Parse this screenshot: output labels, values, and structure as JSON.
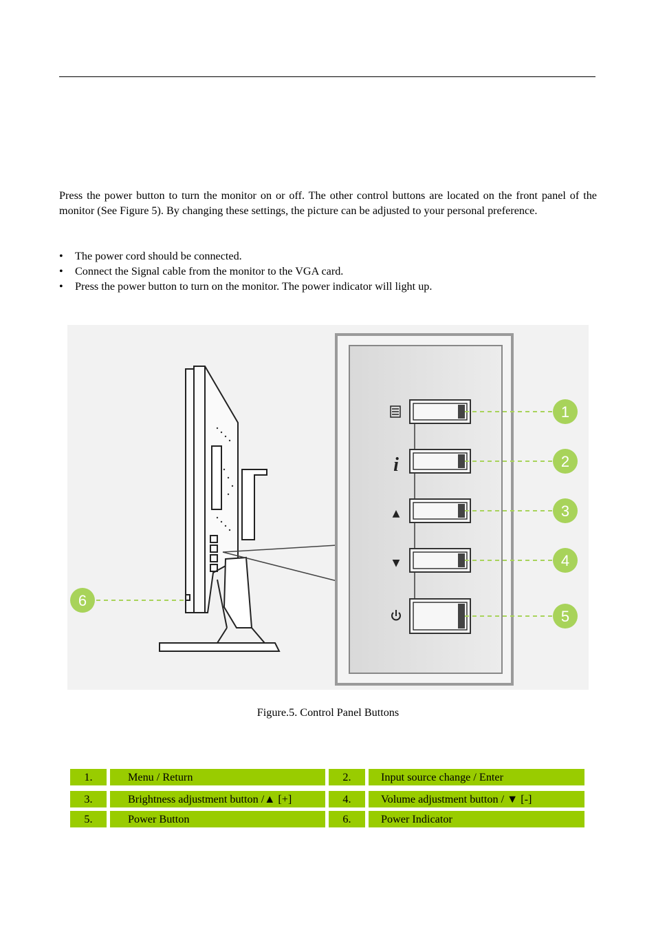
{
  "intro": {
    "paragraph": "Press the power button to turn the monitor on or off. The other control buttons are located on the front panel of the monitor (See Figure 5). By changing these settings, the picture can be adjusted to your personal preference."
  },
  "checklist": [
    {
      "bullet": "•",
      "text": "The power cord should be connected."
    },
    {
      "bullet": "•",
      "text": "Connect the Signal cable from the monitor to the VGA card."
    },
    {
      "bullet": "•",
      "text": "Press the power button to turn on the monitor. The power indicator will light up."
    }
  ],
  "figure": {
    "callouts": [
      "1",
      "2",
      "3",
      "4",
      "5",
      "6"
    ],
    "button_symbols": [
      "menu-icon",
      "i",
      "▲",
      "▼",
      "power-icon"
    ],
    "accent_color": "#99cc00",
    "callout_color": "#a8d35a",
    "caption": "Figure.5. Control Panel Buttons"
  },
  "legend": {
    "rows": [
      [
        {
          "num": "1.",
          "label": "Menu / Return"
        },
        {
          "num": "2.",
          "label": "Input source change / Enter"
        }
      ],
      [
        {
          "num": "3.",
          "label": "Brightness adjustment button /▲ [+]"
        },
        {
          "num": "4.",
          "label": "Volume adjustment button / ▼ [-]"
        }
      ],
      [
        {
          "num": "5.",
          "label": "Power Button"
        },
        {
          "num": "6.",
          "label": "Power Indicator"
        }
      ]
    ]
  }
}
